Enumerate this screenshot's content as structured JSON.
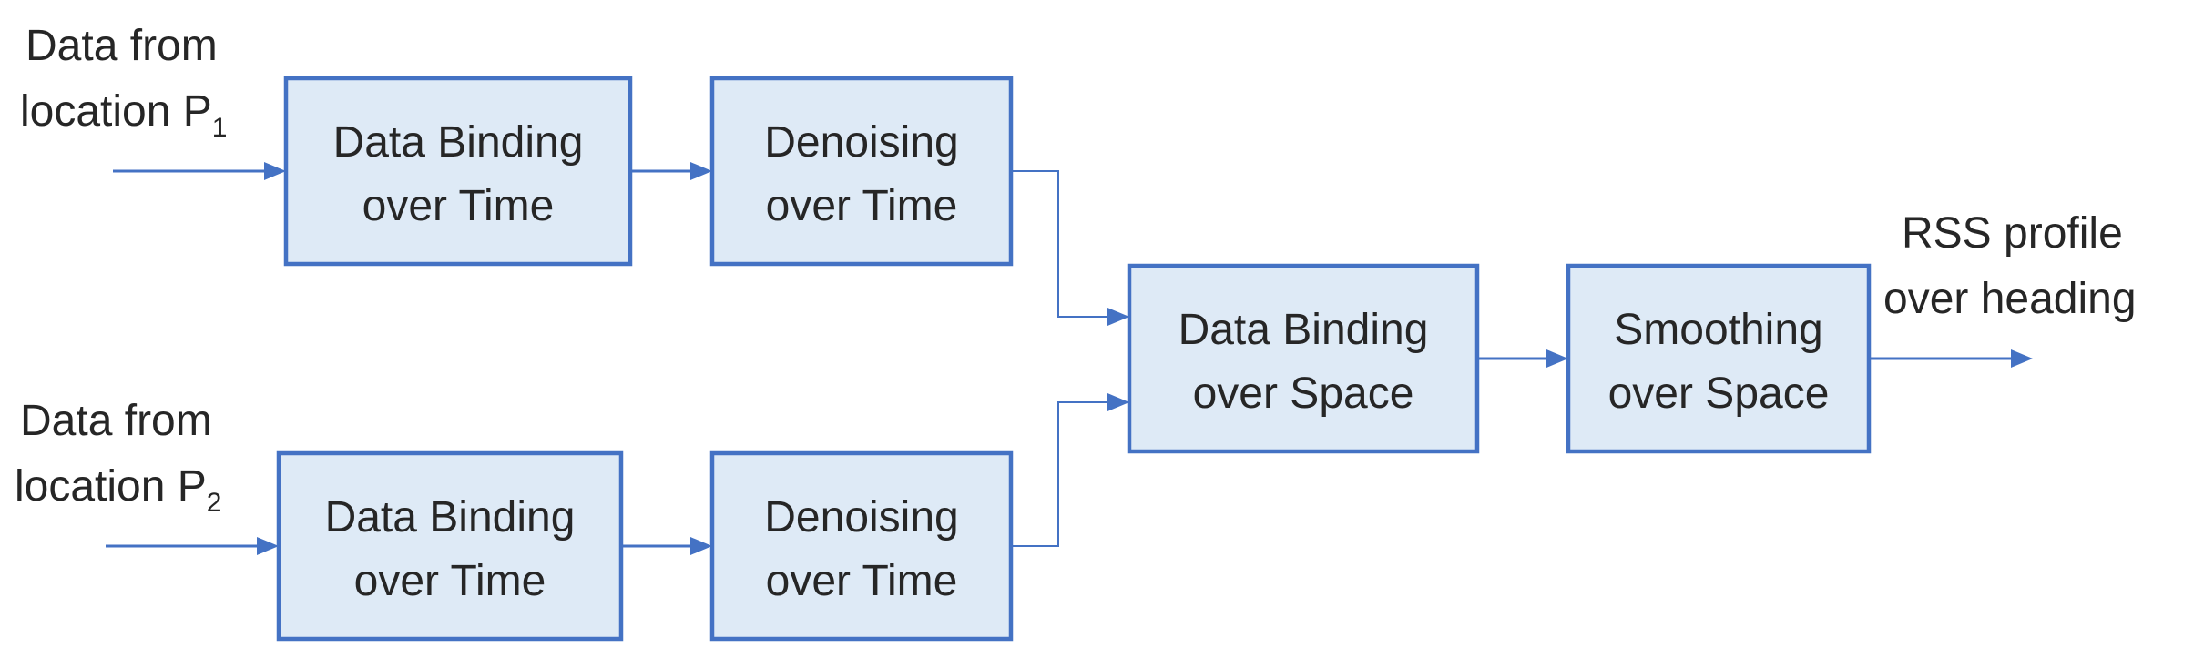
{
  "inputs": {
    "p1": {
      "line1": "Data from",
      "line2": "location P",
      "subscript": "1"
    },
    "p2": {
      "line1": "Data from",
      "line2": "location P",
      "subscript": "2"
    }
  },
  "blocks": {
    "binding_time_1": {
      "line1": "Data Binding",
      "line2": "over Time"
    },
    "denoising_time_1": {
      "line1": "Denoising",
      "line2": "over Time"
    },
    "binding_time_2": {
      "line1": "Data Binding",
      "line2": "over Time"
    },
    "denoising_time_2": {
      "line1": "Denoising",
      "line2": "over Time"
    },
    "binding_space": {
      "line1": "Data Binding",
      "line2": "over Space"
    },
    "smoothing_space": {
      "line1": "Smoothing",
      "line2": "over Space"
    }
  },
  "output": {
    "line1": "RSS profile",
    "line2": "over heading"
  },
  "colors": {
    "box_fill": "#deeaf6",
    "box_stroke": "#4472c4",
    "text": "#262626",
    "arrow": "#4472c4"
  }
}
